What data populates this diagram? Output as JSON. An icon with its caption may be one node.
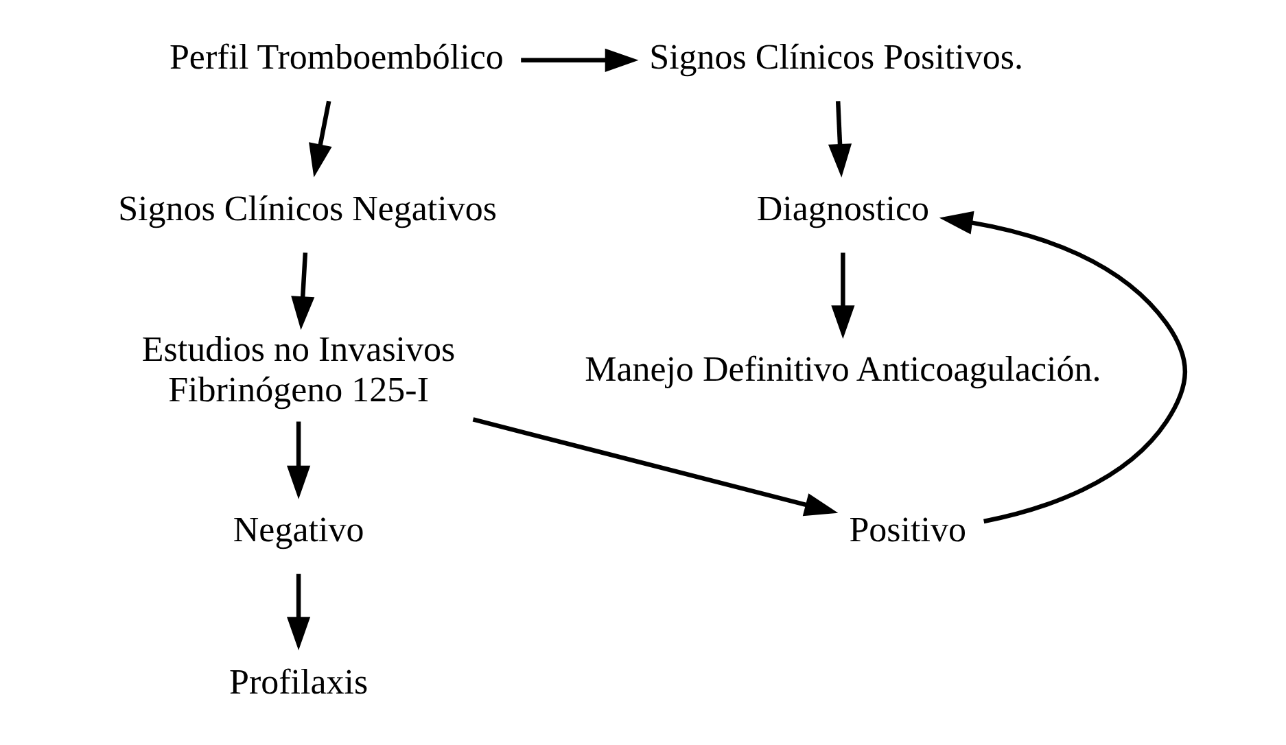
{
  "diagram": {
    "nodes": [
      {
        "text": [
          "Perfil Tromboembólico"
        ]
      },
      {
        "text": [
          "Signos Clínicos Positivos."
        ]
      },
      {
        "text": [
          "Signos Clínicos Negativos"
        ]
      },
      {
        "text": [
          "Diagnostico"
        ]
      },
      {
        "text": [
          "Estudios no Invasivos",
          "Fibrinógeno 125-I"
        ]
      },
      {
        "text": [
          "Manejo Definitivo Anticoagulación."
        ]
      },
      {
        "text": [
          "Negativo"
        ]
      },
      {
        "text": [
          "Positivo"
        ]
      },
      {
        "text": [
          "Profilaxis"
        ]
      }
    ],
    "edges": [
      {
        "from": 0,
        "to": 1,
        "arrow": "to"
      },
      {
        "from": 0,
        "to": 2,
        "arrow": "to"
      },
      {
        "from": 1,
        "to": 3,
        "arrow": "to"
      },
      {
        "from": 2,
        "to": 4,
        "arrow": "to"
      },
      {
        "from": 3,
        "to": 5,
        "arrow": "to"
      },
      {
        "from": 4,
        "to": 6,
        "arrow": "to"
      },
      {
        "from": 4,
        "to": 7,
        "arrow": "to"
      },
      {
        "from": 7,
        "to": 3,
        "arrow": "to"
      },
      {
        "from": 6,
        "to": 8,
        "arrow": "to"
      }
    ]
  }
}
